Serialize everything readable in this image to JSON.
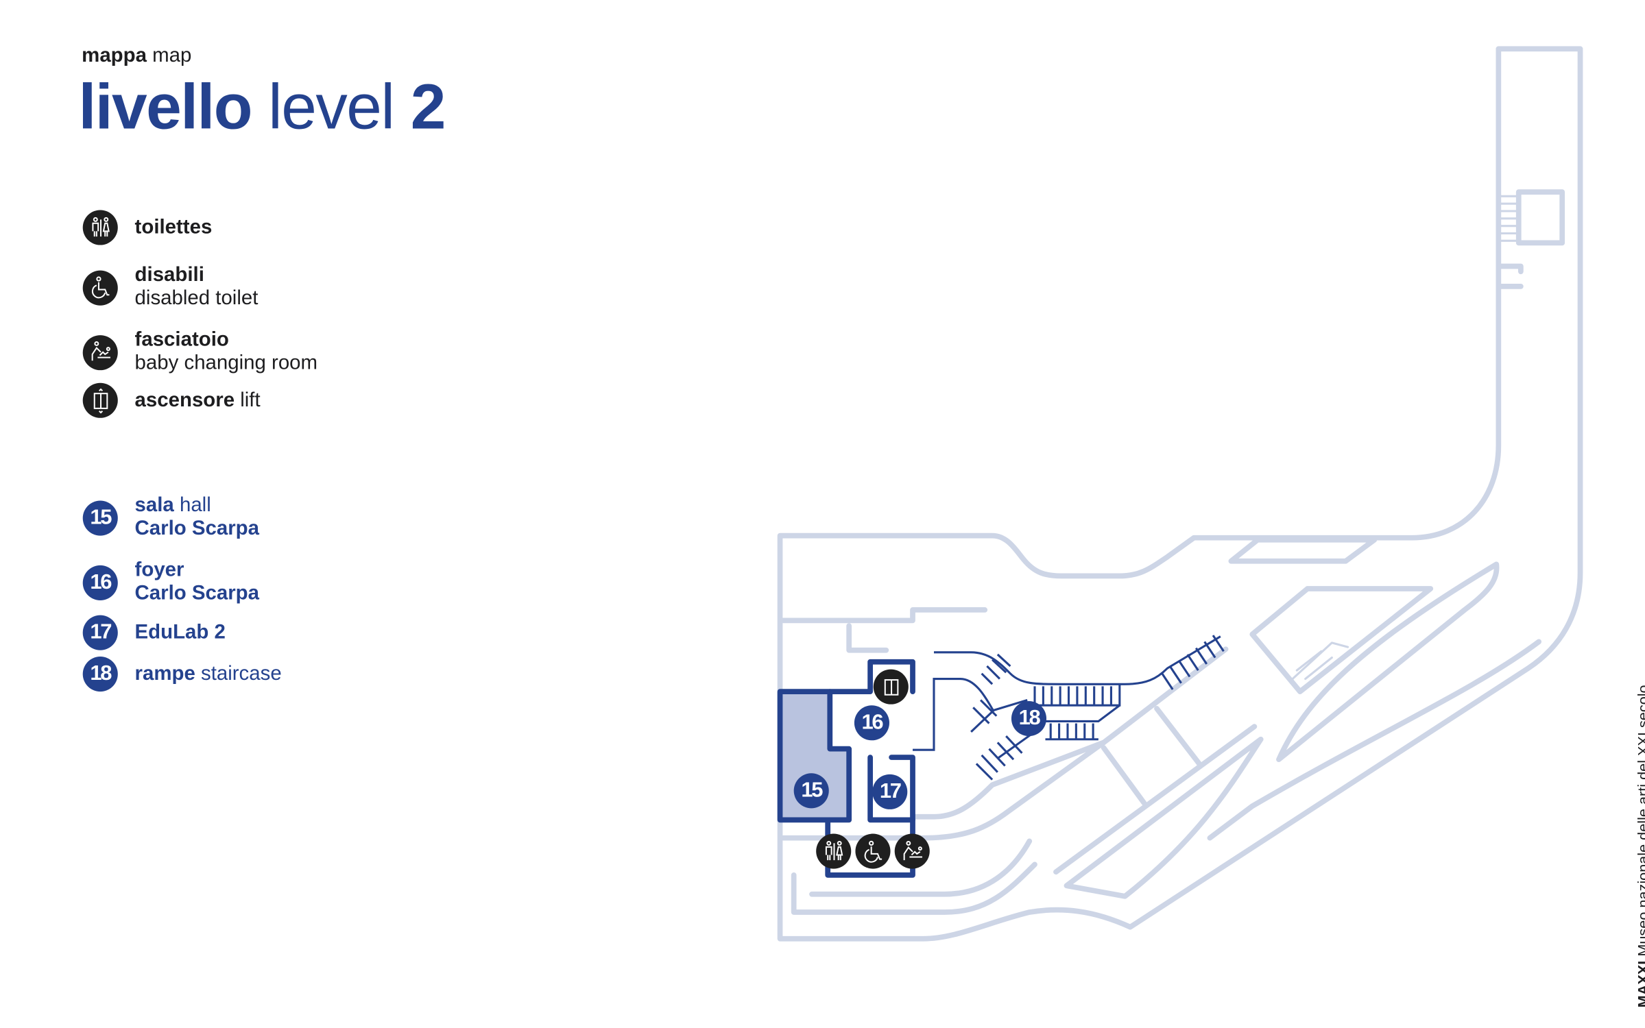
{
  "header": {
    "subtitle_it": "mappa",
    "subtitle_en": "map",
    "title_it": "livello",
    "title_en": "level",
    "title_num": "2"
  },
  "legend_services": [
    {
      "icon": "toilet-icon",
      "it": "toilettes",
      "en": ""
    },
    {
      "icon": "wheelchair-icon",
      "it": "disabili",
      "en": "disabled toilet"
    },
    {
      "icon": "baby-changing-icon",
      "it": "fasciatoio",
      "en": "baby changing room"
    },
    {
      "icon": "lift-icon",
      "it": "ascensore",
      "en": "lift"
    }
  ],
  "legend_rooms": [
    {
      "num": "15",
      "it": "sala",
      "en": "hall",
      "line2": "Carlo Scarpa"
    },
    {
      "num": "16",
      "it": "foyer",
      "en": "",
      "line2": "Carlo Scarpa"
    },
    {
      "num": "17",
      "it": "EduLab 2",
      "en": "",
      "line2": ""
    },
    {
      "num": "18",
      "it": "rampe",
      "en": "staircase",
      "line2": ""
    }
  ],
  "map_labels": [
    "15",
    "16",
    "17",
    "18"
  ],
  "footer": {
    "brand": "MAXXI",
    "text": "Museo nazionale delle arti del XXI secolo"
  },
  "colors": {
    "primary": "#24428e",
    "plan": "#cdd5e6",
    "room_fill": "#b9c3df",
    "icon_bg": "#1f1f1f"
  }
}
